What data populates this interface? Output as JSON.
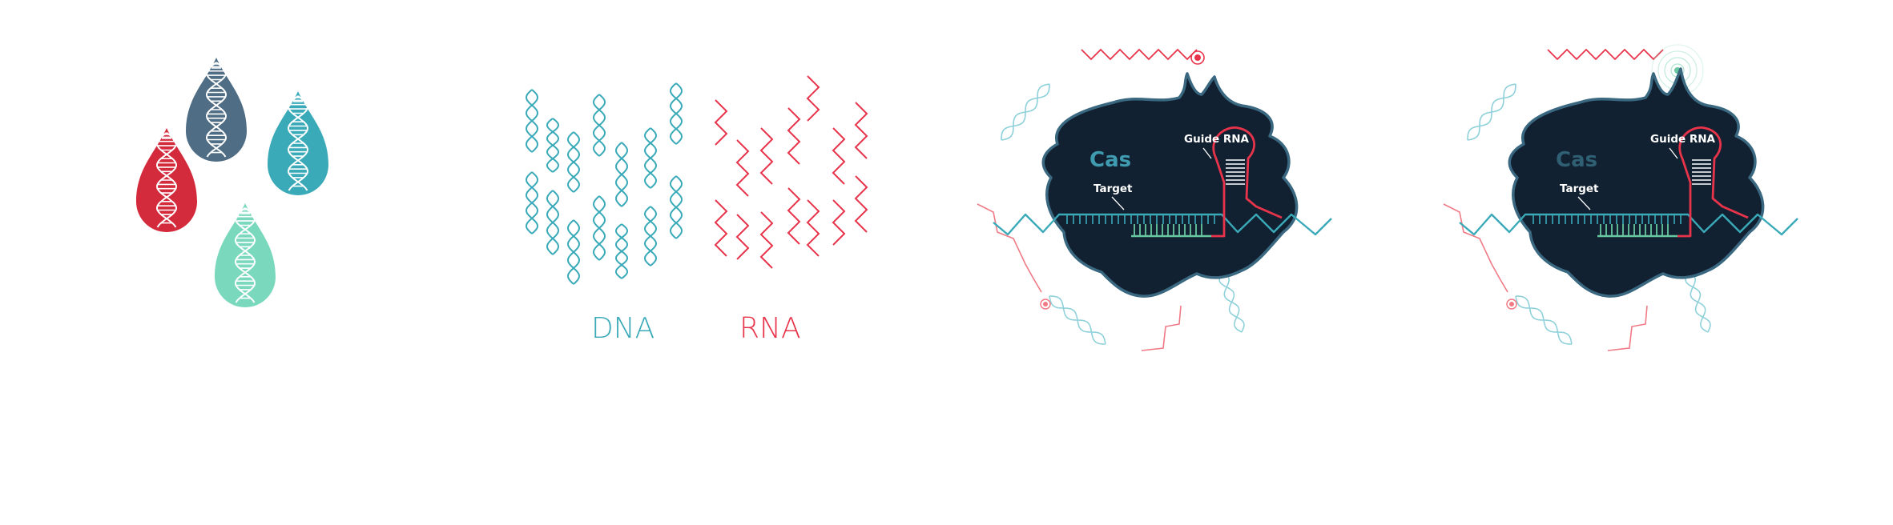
{
  "panels": {
    "drops": {
      "drop_colors": [
        "#4f6d84",
        "#d32a3c",
        "#3aaab9",
        "#7ad9bd"
      ]
    },
    "nucleic_acids": {
      "dna_label": "DNA",
      "rna_label": "RNA",
      "dna_color": "#3aaab9",
      "rna_color": "#e8344a"
    },
    "crispr_inactive": {
      "cas_label": "Cas",
      "guide_label": "Guide RNA",
      "target_label": "Target",
      "cas_label_color": "#3f9bb0"
    },
    "crispr_active": {
      "cas_label": "Cas",
      "guide_label": "Guide RNA",
      "target_label": "Target",
      "cas_label_color": "#2f5f73"
    }
  },
  "colors": {
    "blob_fill": "#122131",
    "blob_stroke": "#3a6880",
    "strand": "#3aaab9",
    "target_green": "#67c7a0",
    "guide_red": "#e8344a",
    "light_blue": "#8fd1da",
    "light_red": "#f07a85"
  }
}
